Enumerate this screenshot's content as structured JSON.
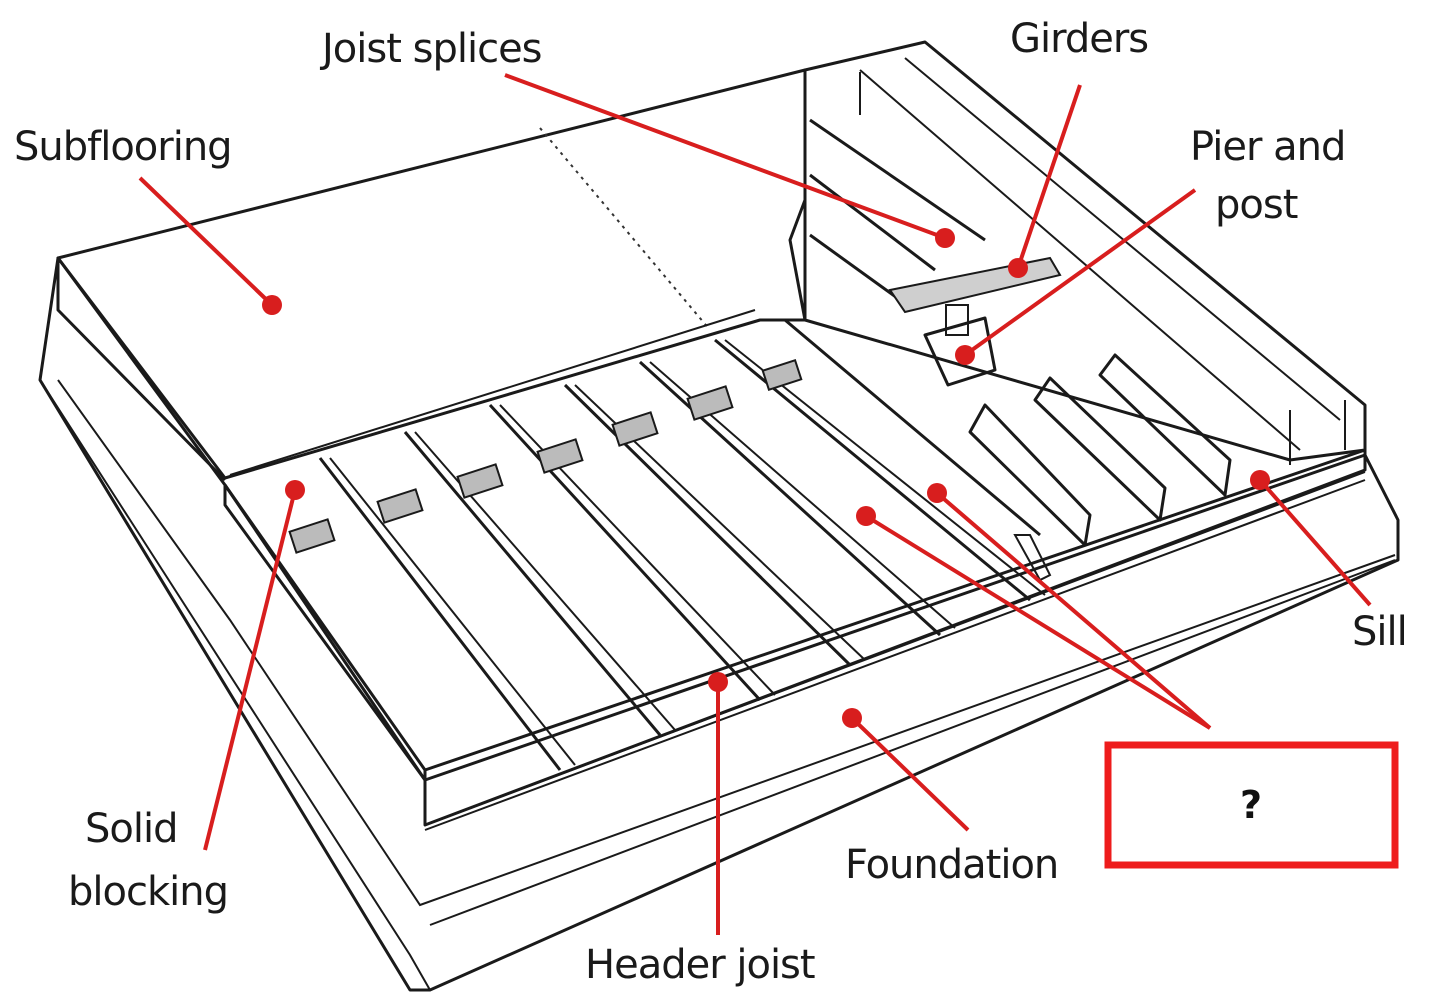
{
  "diagram": {
    "labels": {
      "joist_splices": "Joist splices",
      "girders": "Girders",
      "subflooring": "Subflooring",
      "pier_line1": "Pier and",
      "pier_line2": "post",
      "sill": "Sill",
      "solid_line1": "Solid",
      "solid_line2": "blocking",
      "foundation": "Foundation",
      "header_joist": "Header joist",
      "unknown": "?"
    },
    "colors": {
      "leader": "#d81e1e",
      "box_border": "#ee1c1c",
      "ink": "#1a1a1a"
    }
  }
}
